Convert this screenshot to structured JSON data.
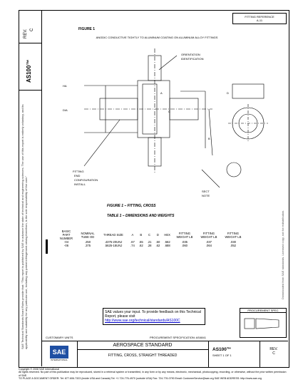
{
  "header": {
    "rev_label": "REV.",
    "rev_value": "C",
    "doc_number": "AS100™",
    "top_right_line1": "FITTING REFERENCE",
    "top_right_line2": "A-11"
  },
  "figure": {
    "heading": "ANODIC CONDUCTIVE TIGHTLY TO ALUMINUM COATING ON ALUMINUM ALLOY FITTINGS",
    "callout_top": "ORIENTATION",
    "callout_top2": "IDENTIFICATION",
    "label_ha": "HA",
    "label_dia": "DIA",
    "label_a": "A",
    "label_b": "B",
    "label_c": "C",
    "label_d": "D",
    "label_left1": "FITTING",
    "label_left2": "END",
    "label_left3": "CONFIGURATION",
    "label_left4": "INSTALL",
    "label_right1": "SECT",
    "label_right2": "NOTE",
    "caption": "FIGURE 1 – FITTING, CROSS"
  },
  "table": {
    "title": "TABLE 1 – DIMENSIONS AND WEIGHTS",
    "headers": [
      "BASIC PART NUMBER",
      "NOMINAL TUBE OD",
      "THREAD SIZE",
      "A",
      "B",
      "C",
      "D",
      "HEX",
      "FITTING WEIGHT LB",
      "FITTING WEIGHT LB",
      "FITTING WEIGHT LB"
    ],
    "rows": [
      [
        "-04",
        ".250",
        ".4375-20UNJ",
        ".67",
        ".55",
        ".21",
        ".50",
        ".562",
        ".035",
        ".037",
        ".030"
      ],
      [
        "-06",
        ".375",
        ".5625-18UNJ",
        ".74",
        ".62",
        ".28",
        ".62",
        ".688",
        ".060",
        ".064",
        ".052"
      ]
    ]
  },
  "feedback": {
    "text": "SAE values your input. To provide feedback on this Technical Report, please visit",
    "link": "http://www.sae.org/technical/standards/AS100C"
  },
  "side_stamp": "Downloaded from SAE standards. Licensed copy, not for redistribution.",
  "left_strip_text": "SAE Technical Standards Board Rules provide that: “This report is published by SAE to advance the state of technical and engineering sciences. The use of this report is entirely voluntary, and its applicability and suitability for any particular use, including any patent infringement arising therefrom, is the sole responsibility of the user.”",
  "title_block": {
    "customary_units": "CUSTOMARY UNITS",
    "procurement": "PROCUREMENT SPECIFICATION: AS4841",
    "standard": "AEROSPACE STANDARD",
    "title": "FITTING, CROSS, STRAIGHT THREADED",
    "number": "AS100™",
    "sheet": "SHEET 1 OF 1",
    "rev_label": "REV.",
    "rev_value": "C",
    "logo": "SAE",
    "logo_sub": "INTERNATIONAL",
    "right_label": "PROCUREMENT SPEC"
  },
  "footer": {
    "line1": "Copyright © 2008 SAE International",
    "line2": "All rights reserved. No part of this publication may be reproduced, stored in a retrieval system or transmitted, in any form or by any means, electronic, mechanical, photocopying, recording, or otherwise, without the prior written permission of SAE.",
    "line3": "TO PLACE A DOCUMENT ORDER: Tel: 877-606-7323 (inside USA and Canada)   Tel: +1 724-776-4970 (outside USA)   Fax: 724-776-0790   Email: CustomerService@sae.org   SAE WEB ADDRESS: http://www.sae.org"
  }
}
